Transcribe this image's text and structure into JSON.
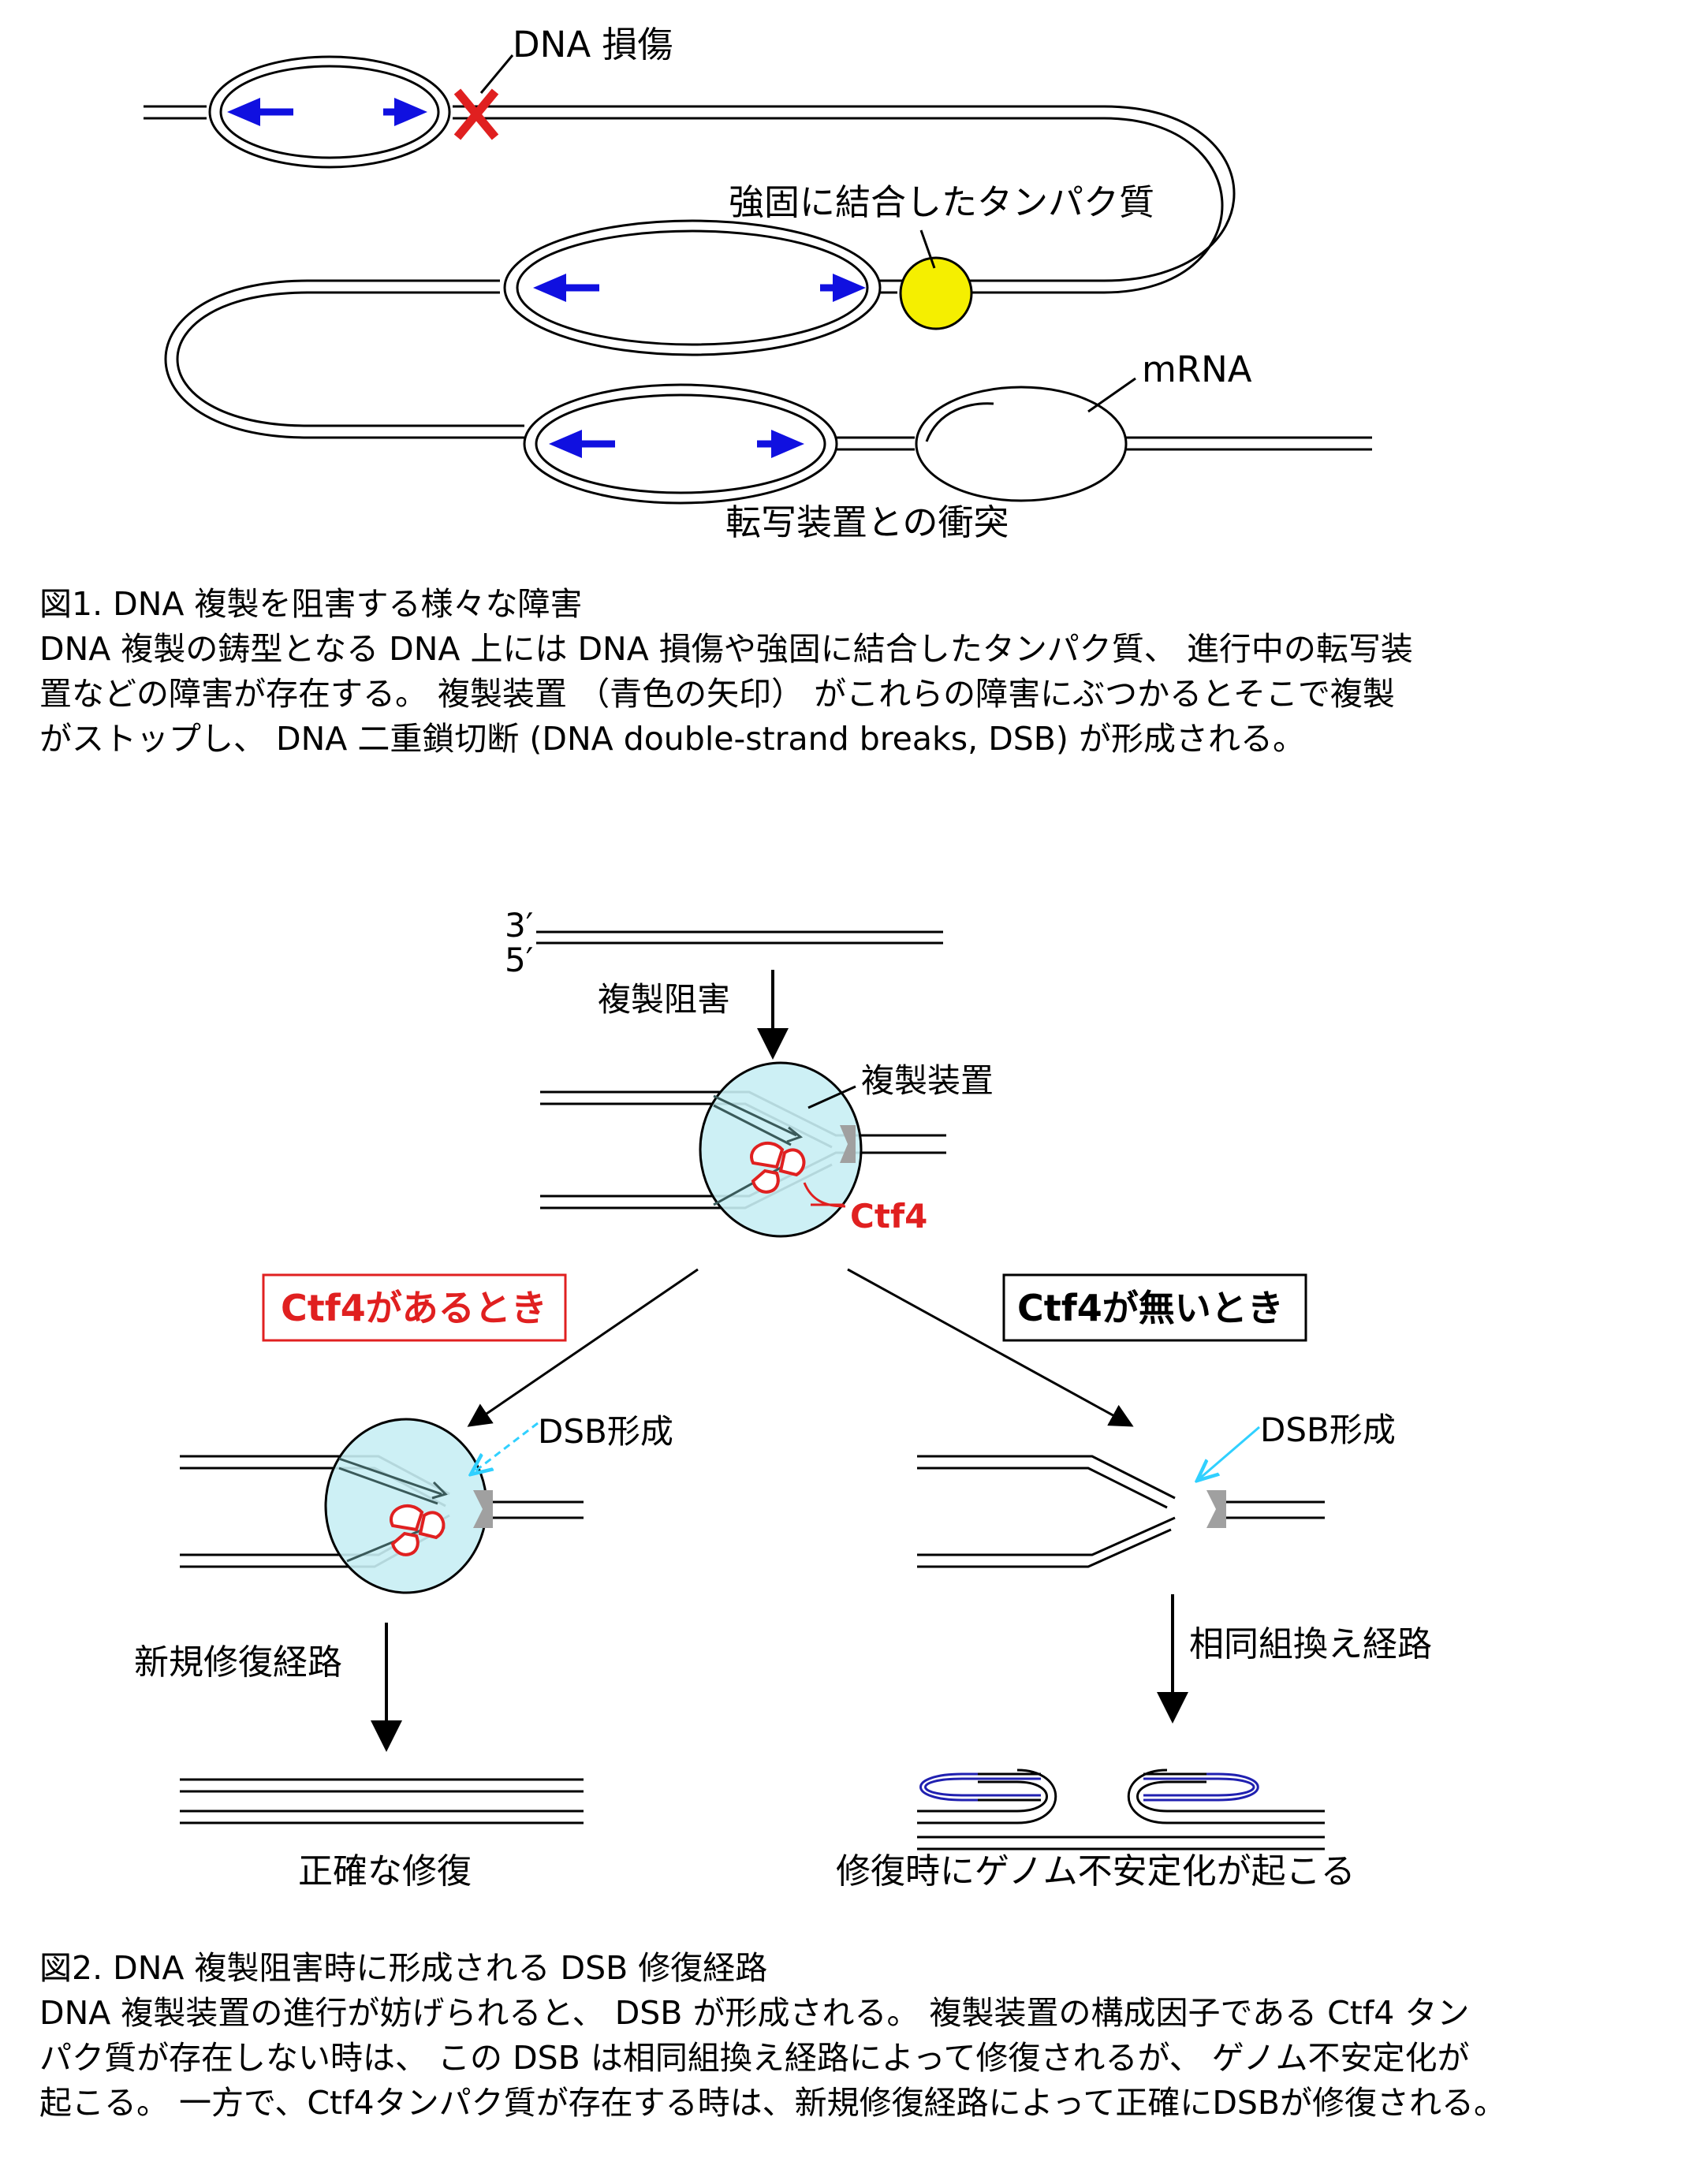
{
  "figure1": {
    "labels": {
      "dna_damage": "DNA 損傷",
      "bound_protein": "強固に結合したタンパク質",
      "mrna": "mRNA",
      "transcription_collision": "転写装置との衝突"
    },
    "caption": {
      "title": "図1. DNA 複製を阻害する様々な障害",
      "lines": [
        "DNA 複製の鋳型となる DNA 上には DNA 損傷や強固に結合したタンパク質、 進行中の転写装",
        "置などの障害が存在する。 複製装置 （青色の矢印） がこれらの障害にぶつかるとそこで複製",
        "がストップし、 DNA 二重鎖切断 (DNA double-strand breaks, DSB) が形成される。"
      ]
    }
  },
  "figure2": {
    "labels": {
      "end_3": "3′",
      "end_5": "5′",
      "replication_block": "複製阻害",
      "replisome": "複製装置",
      "ctf4": "Ctf4",
      "with_ctf4": "Ctf4があるとき",
      "without_ctf4": "Ctf4が無いとき",
      "dsb_left": "DSB形成",
      "dsb_right": "DSB形成",
      "novel_pathway": "新規修復経路",
      "hr_pathway": "相同組換え経路",
      "accurate_repair": "正確な修復",
      "genome_instability": "修復時にゲノム不安定化が起こる"
    },
    "caption": {
      "title": "図2. DNA 複製阻害時に形成される DSB 修復経路",
      "lines": [
        "DNA 複製装置の進行が妨げられると、 DSB が形成される。 複製装置の構成因子である Ctf4 タン",
        "パク質が存在しない時は、 この DSB は相同組換え経路によって修復されるが、 ゲノム不安定化が",
        "起こる。 一方で、Ctf4タンパク質が存在する時は、新規修復経路によって正確にDSBが修復される。"
      ]
    }
  },
  "colors": {
    "arrow_blue": "#1010e0",
    "damage_red": "#e02020",
    "protein_yellow": "#f5ef00",
    "replisome_fill": "#c8eef4",
    "ctf4_red": "#e02020",
    "dsb_cyan": "#30d0ff",
    "hr_blue": "#2020b0",
    "fork_gray": "#a0a0a0"
  }
}
